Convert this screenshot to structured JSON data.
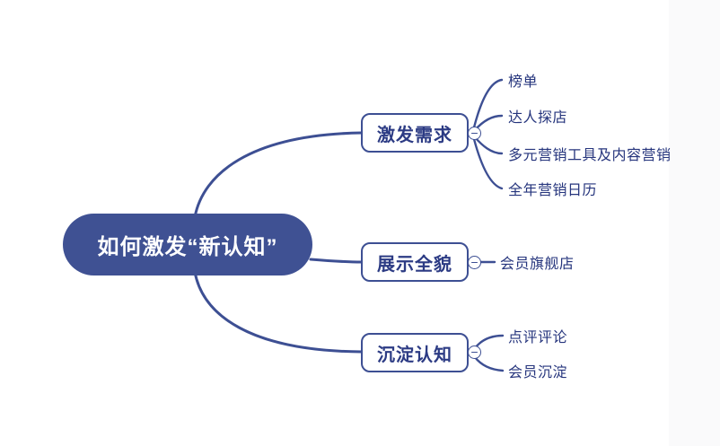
{
  "mindmap": {
    "root": {
      "label": "如何激发“新认知”"
    },
    "branches": [
      {
        "label": "激发需求",
        "toggle_icon": "minus-icon",
        "children": [
          {
            "label": "榜单"
          },
          {
            "label": "达人探店"
          },
          {
            "label": "多元营销工具及内容营销"
          },
          {
            "label": "全年营销日历"
          }
        ]
      },
      {
        "label": "展示全貌",
        "toggle_icon": "minus-icon",
        "children": [
          {
            "label": "会员旗舰店"
          }
        ]
      },
      {
        "label": "沉淀认知",
        "toggle_icon": "minus-icon",
        "children": [
          {
            "label": "点评评论"
          },
          {
            "label": "会员沉淀"
          }
        ]
      }
    ],
    "colors": {
      "root_fill": "#3f5193",
      "root_text": "#ffffff",
      "line": "#3d4f93",
      "branch_border": "#3d4f93",
      "branch_text": "#2c3b84",
      "leaf_text": "#26357d",
      "canvas": "#ffffff"
    }
  }
}
